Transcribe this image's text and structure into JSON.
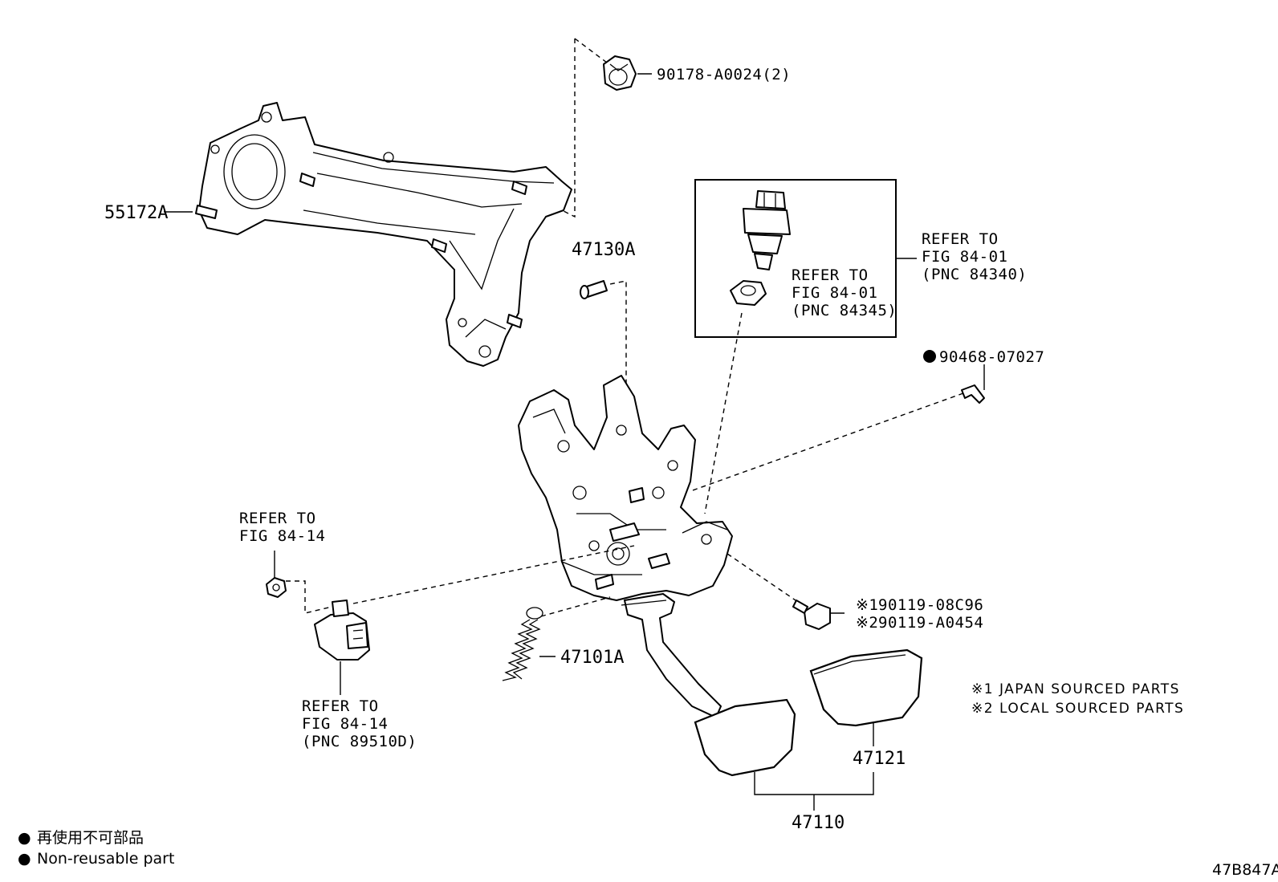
{
  "diagram_id": "47B847A",
  "parts": {
    "bracket": "55172A",
    "nut_upper": "90178-A0024(2)",
    "pin": "47130A",
    "clip": "90468-07027",
    "spring": "47101A",
    "pad": "47121",
    "pedal_assy": "47110",
    "bolt_jp": "90119-08C96",
    "bolt_local": "90119-A0454",
    "bolt_jp_mark": "※1",
    "bolt_local_mark": "※2"
  },
  "refs": {
    "stop_switch": [
      "REFER TO",
      "FIG 84-01",
      "(PNC 84340)"
    ],
    "switch_cushion": [
      "REFER TO",
      "FIG 84-01",
      "(PNC 84345)"
    ],
    "nut_left": [
      "REFER TO",
      "FIG 84-14"
    ],
    "sensor": [
      "REFER TO",
      "FIG 84-14",
      "(PNC 89510D)"
    ]
  },
  "notes": [
    "※1 JAPAN SOURCED PARTS",
    "※2 LOCAL SOURCED PARTS"
  ],
  "legend": {
    "symbol": "●",
    "japanese": "再使用不可部品",
    "english": "Non-reusable part"
  }
}
